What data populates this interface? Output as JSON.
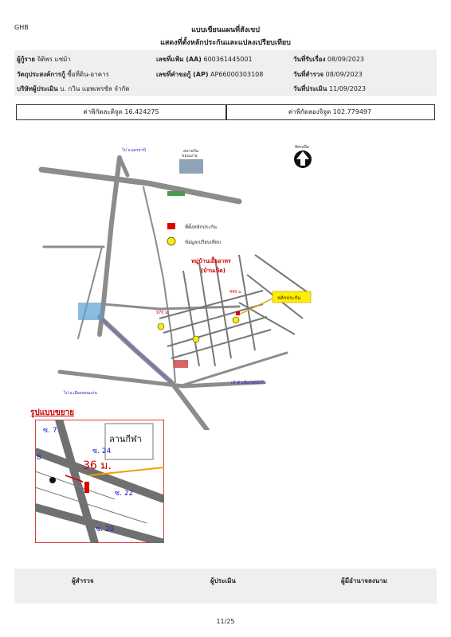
{
  "header": {
    "bank": "GHB",
    "title": "แบบเขียนแผนที่สังเขป",
    "subtitle": "แสดงที่ตั้งหลักประกันและแปลงเปรียบเทียบ"
  },
  "info": {
    "borrower_label": "ผู้กู้ราย",
    "borrower_value": "จิติพร แซ่ม้า",
    "file_label": "เลขที่แฟ้ม (AA)",
    "file_value": "600361445001",
    "received_label": "วันที่รับเรื่อง",
    "received_value": "08/09/2023",
    "purpose_label": "วัตถุประสงค์การกู้",
    "purpose_value": "ซื้อที่ดิน-อาคาร",
    "request_label": "เลขที่คำขอกู้ (AP)",
    "request_value": "AP66000303108",
    "survey_label": "วันที่สำรวจ",
    "survey_value": "08/09/2023",
    "appraiser_label": "บริษัทผู้ประเมิน",
    "appraiser_value": "บ. กวิน แอพเพรซัล จำกัด",
    "appraisal_label": "วันที่ประเมิน",
    "appraisal_value": "11/09/2023"
  },
  "coordinates": {
    "latitude": "ค่าพิกัดละติจูด 16.424275",
    "longitude": "ค่าพิกัดลองจิจูด 102.779497"
  },
  "map": {
    "north_label": "ทิศเหนือ",
    "legend_collateral": "ที่ตั้งหลักประกัน",
    "legend_comparison": "ข้อมูลเปรียบเทียบ",
    "village_name": "หมู่บ้านเอื้ออาทร",
    "village_sub": "(บ้านเป็ด)",
    "collateral_callout": "หลักประกัน",
    "to_udon": "ไป จ.อุดรธานี",
    "airport": "สนามบิน",
    "airport_sub": "ขอนแก่น",
    "dist_1": "970 ม.",
    "dist_2": "440 ม.",
    "to_muang": "ไป อ.เมืองขอนแก่น",
    "right_road": "เข้าตัวเมืองขอนแก่น",
    "colors": {
      "road": "#8c8c8c",
      "highway": "#6a6ad0",
      "collateral": "#e00000",
      "comparison": "#ffee00",
      "label_blue": "#1a1acc",
      "label_red": "#cc0000"
    }
  },
  "inset": {
    "title": "รูปแบบขยาย",
    "park_label": "ลานกีฬา",
    "distance": "36 ม.",
    "soi_7": "ซ. 7",
    "soi_24": "ซ. 24",
    "soi_22": "ซ. 22",
    "soi_20": "ซ. 20",
    "soi_8": "8"
  },
  "signatures": {
    "surveyor": "ผู้สำรวจ",
    "appraiser": "ผู้ประเมิน",
    "approver": "ผู้มีอำนาจลงนาม"
  },
  "page": "11/25"
}
